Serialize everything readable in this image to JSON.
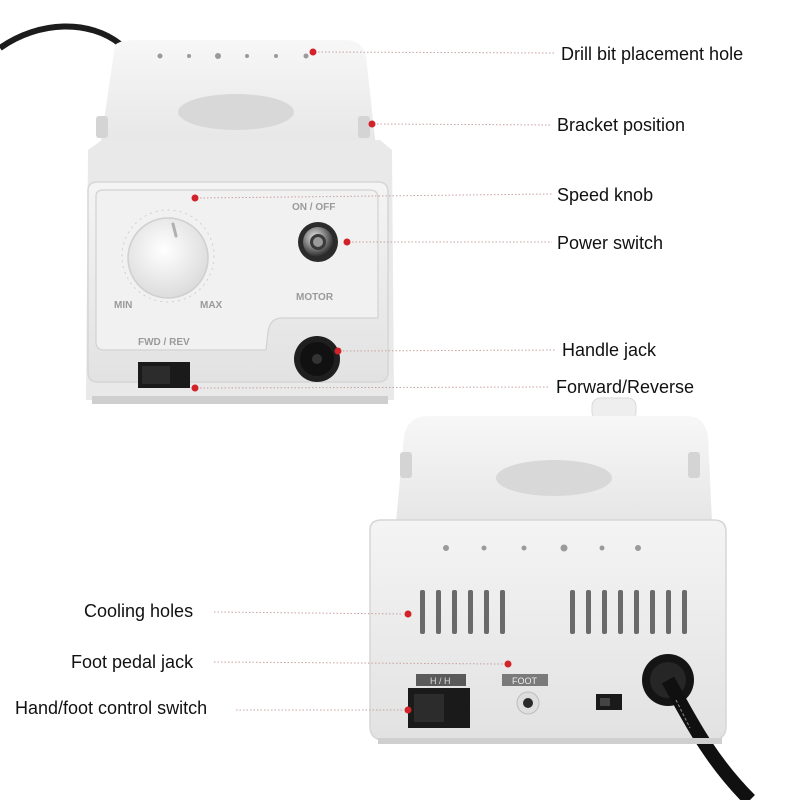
{
  "callouts": {
    "drill_bit_hole": "Drill bit placement hole",
    "bracket_position": "Bracket position",
    "speed_knob": "Speed knob",
    "power_switch": "Power switch",
    "handle_jack": "Handle jack",
    "forward_reverse": "Forward/Reverse",
    "cooling_holes": "Cooling holes",
    "foot_pedal_jack": "Foot pedal jack",
    "hand_foot_switch": "Hand/foot control switch"
  },
  "device_labels": {
    "on_off": "ON / OFF",
    "min": "MIN",
    "max": "MAX",
    "motor": "MOTOR",
    "fwd_rev": "FWD / REV",
    "hand_foot": "H / H",
    "foot": "FOOT"
  },
  "colors": {
    "body": "#f2f2f2",
    "shadow": "#d9d9d9",
    "marker": "#d2232a",
    "leader": "#c9a0a0",
    "switch": "#1a1a1a"
  }
}
